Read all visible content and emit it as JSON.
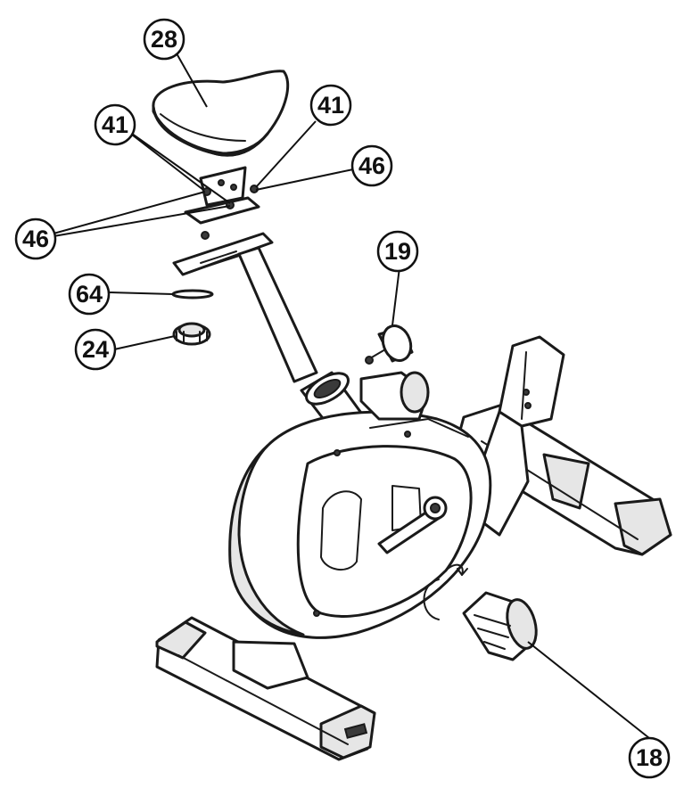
{
  "callouts": [
    {
      "id": "c28",
      "label": "28"
    },
    {
      "id": "c41a",
      "label": "41"
    },
    {
      "id": "c41b",
      "label": "41"
    },
    {
      "id": "c46a",
      "label": "46"
    },
    {
      "id": "c46b",
      "label": "46"
    },
    {
      "id": "c19",
      "label": "19"
    },
    {
      "id": "c64",
      "label": "64"
    },
    {
      "id": "c24",
      "label": "24"
    },
    {
      "id": "c18",
      "label": "18"
    }
  ],
  "colors": {
    "line": "#1a1a1a",
    "fill": "#ffffff",
    "shade": "#e6e6e6"
  }
}
